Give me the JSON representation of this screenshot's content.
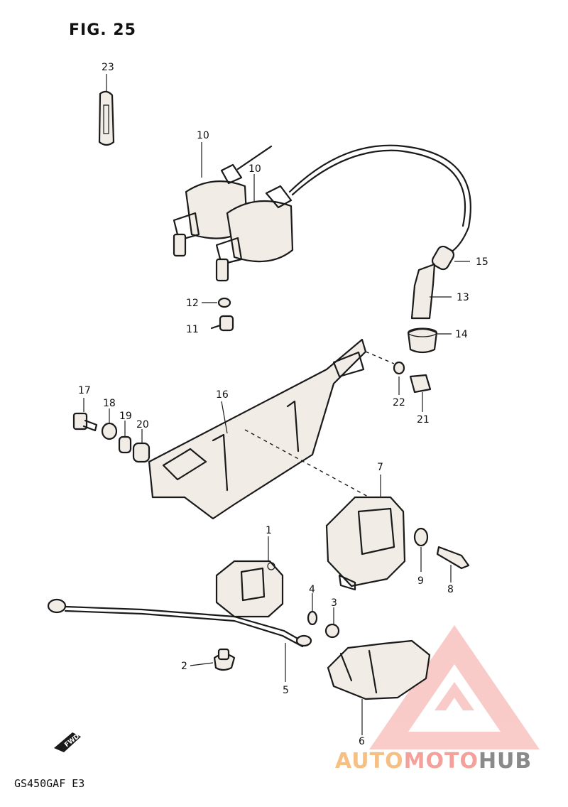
{
  "figure": {
    "title": "FIG. 25",
    "model_code": "GS450GAF  E3"
  },
  "callouts": [
    "23",
    "10",
    "10",
    "15",
    "13",
    "14",
    "12",
    "11",
    "17",
    "18",
    "19",
    "20",
    "16",
    "22",
    "21",
    "7",
    "9",
    "8",
    "1",
    "4",
    "3",
    "2",
    "5",
    "6"
  ],
  "direction_marker": {
    "label": "FWD",
    "icon": "arrow-forward-icon"
  },
  "watermark": {
    "part1": "AUTO",
    "part2": "MOTO",
    "part3": "HUB",
    "colors": {
      "auto": "#f6bf84",
      "moto": "#f4a19c",
      "hub": "#8a8a8a",
      "triangle": "#f4a19c"
    }
  }
}
